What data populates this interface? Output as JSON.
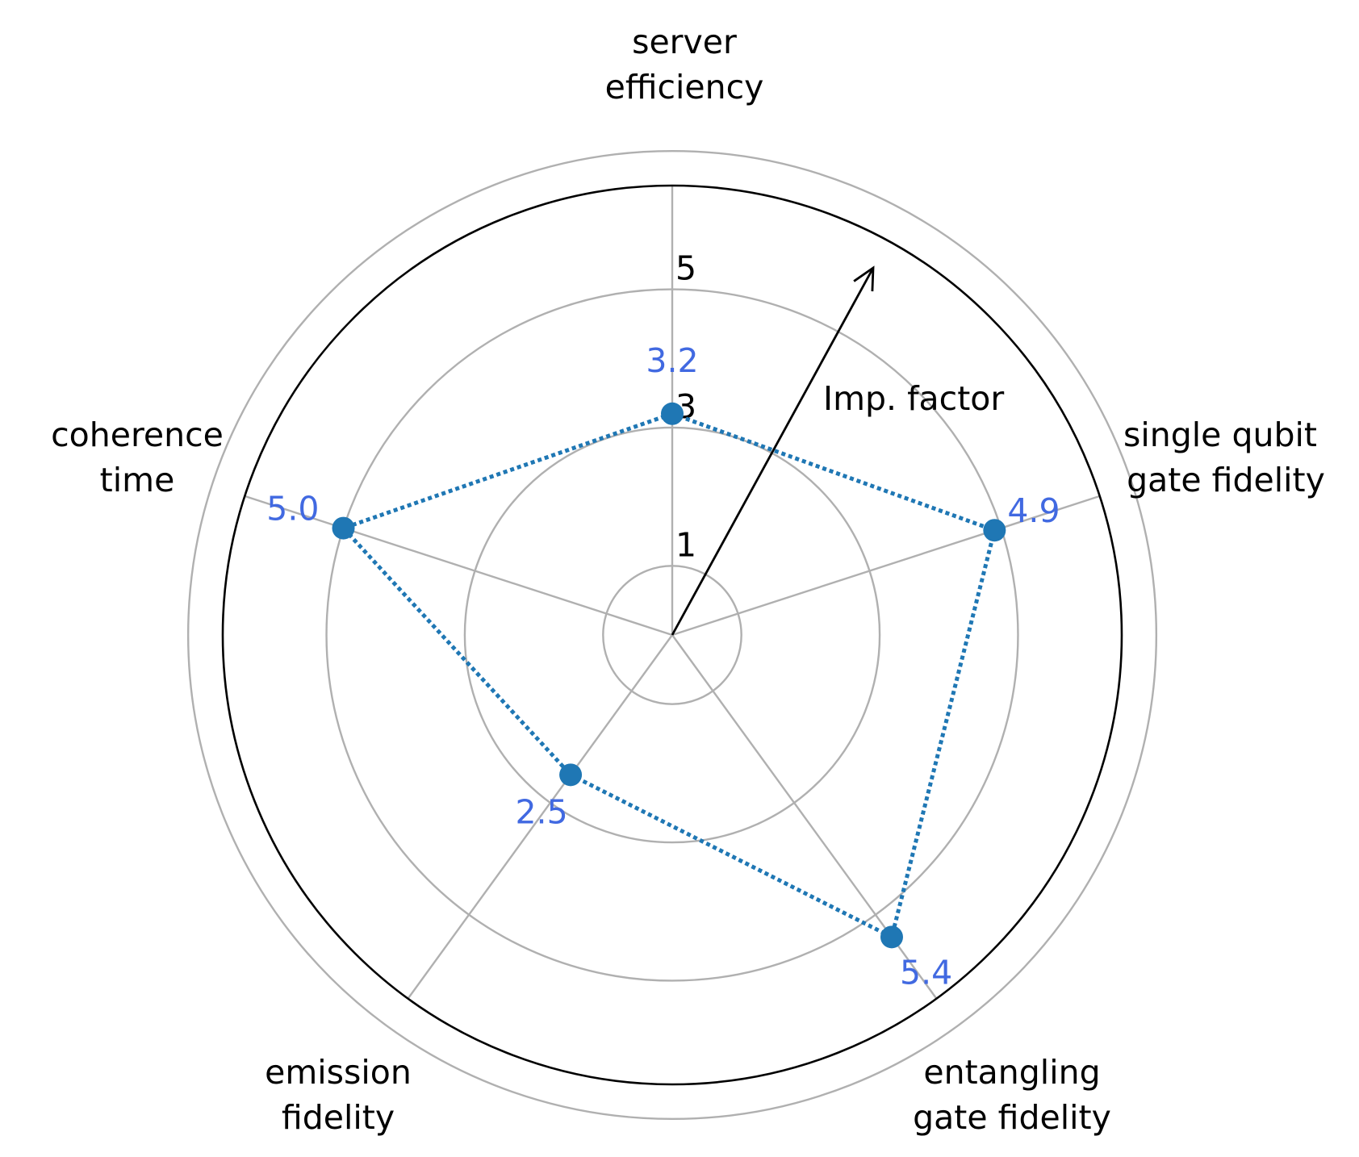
{
  "chart_data": {
    "type": "radar",
    "title": "",
    "categories": [
      [
        "server",
        "efficiency"
      ],
      [
        "single qubit",
        "gate fidelity"
      ],
      [
        "entangling",
        "gate fidelity"
      ],
      [
        "emission",
        "fidelity"
      ],
      [
        "coherence",
        "time"
      ]
    ],
    "series": [
      {
        "values": [
          3.2,
          4.9,
          5.4,
          2.5,
          5.0
        ],
        "value_labels": [
          "3.2",
          "4.9",
          "5.4",
          "2.5",
          "5.0"
        ],
        "color": "#1f77b4",
        "label_color": "#4169e1",
        "line_style": "dotted",
        "marker": "circle"
      }
    ],
    "radial_ticks": [
      1,
      3,
      5
    ],
    "radial_tick_labels": [
      "1",
      "3",
      "5"
    ],
    "gridline_values": [
      1,
      3,
      5,
      7
    ],
    "rlim": [
      0,
      6.5
    ],
    "grid": true,
    "grid_color": "#b0b0b0",
    "annotation": {
      "text": "Imp. factor",
      "type": "arrow"
    }
  }
}
